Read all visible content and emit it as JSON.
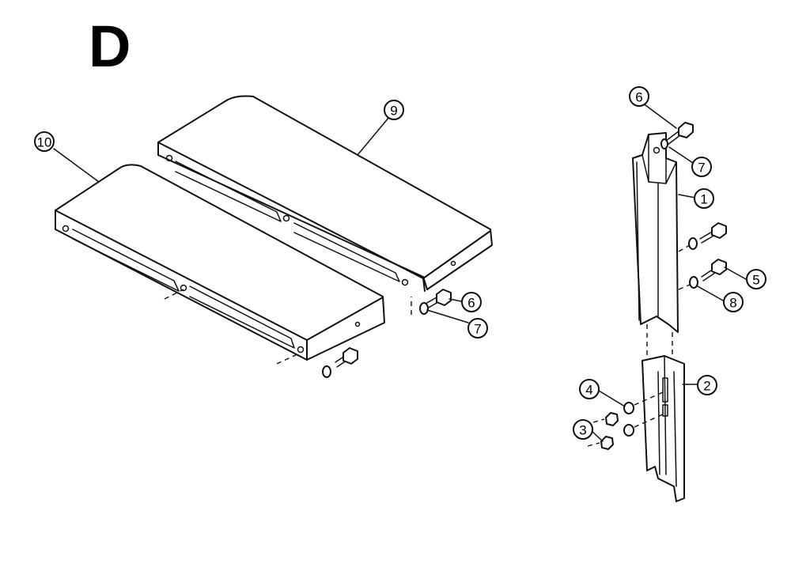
{
  "section_letter": "D",
  "callouts": [
    {
      "id": "c10",
      "label": "10"
    },
    {
      "id": "c9",
      "label": "9"
    },
    {
      "id": "c6a",
      "label": "6"
    },
    {
      "id": "c7a",
      "label": "7"
    },
    {
      "id": "c6b",
      "label": "6"
    },
    {
      "id": "c7b",
      "label": "7"
    },
    {
      "id": "c1",
      "label": "1"
    },
    {
      "id": "c5",
      "label": "5"
    },
    {
      "id": "c8",
      "label": "8"
    },
    {
      "id": "c2",
      "label": "2"
    },
    {
      "id": "c4",
      "label": "4"
    },
    {
      "id": "c3",
      "label": "3"
    }
  ]
}
